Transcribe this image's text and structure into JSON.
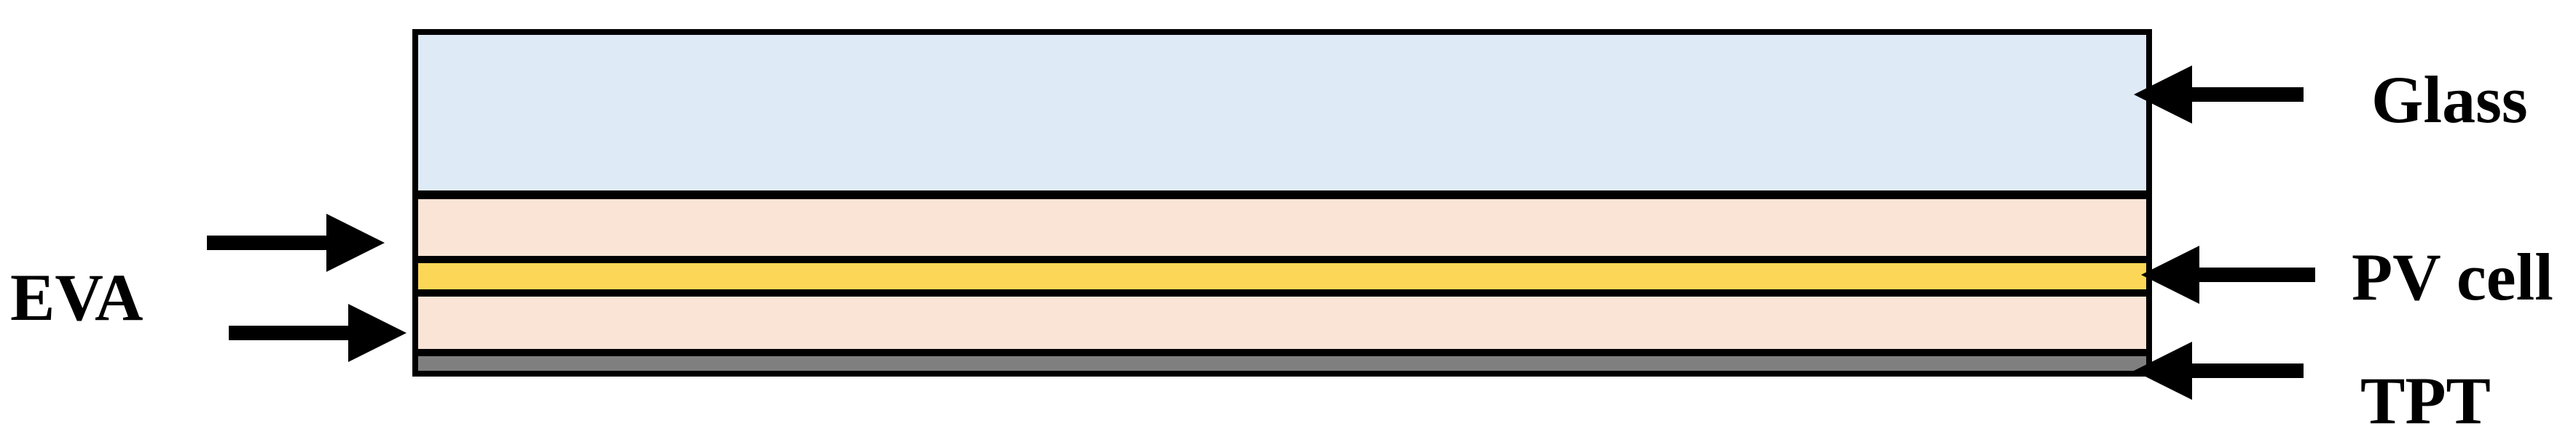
{
  "labels": {
    "glass": "Glass",
    "pv_cell": "PV cell",
    "tpt": "TPT",
    "eva": "EVA"
  },
  "colors": {
    "glass": "#deeaf6",
    "eva": "#fae4d6",
    "pv_cell": "#fcd757",
    "tpt": "#7f7f7f",
    "outline": "#000000",
    "arrow": "#000000"
  }
}
